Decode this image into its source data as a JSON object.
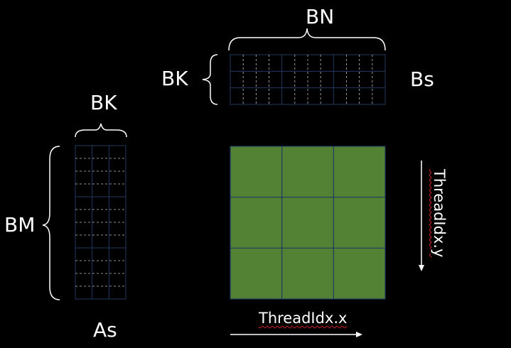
{
  "labels": {
    "bn": "BN",
    "bk_top": "BK",
    "bs": "Bs",
    "bk_left": "BK",
    "bm": "BM",
    "as": "As",
    "thread_x": "ThreadIdx.x",
    "thread_y": "ThreadIdx.y"
  },
  "colors": {
    "background": "#000000",
    "grid_line": "#1f3a5f",
    "dashed_line": "#ffffff",
    "tile_fill": "#548235",
    "text": "#ffffff",
    "spellcheck_underline": "#cc2222"
  },
  "bs_tile": {
    "rows": 3,
    "cols": 12
  },
  "as_tile": {
    "rows": 12,
    "cols": 3
  },
  "c_tile": {
    "rows": 3,
    "cols": 3
  }
}
